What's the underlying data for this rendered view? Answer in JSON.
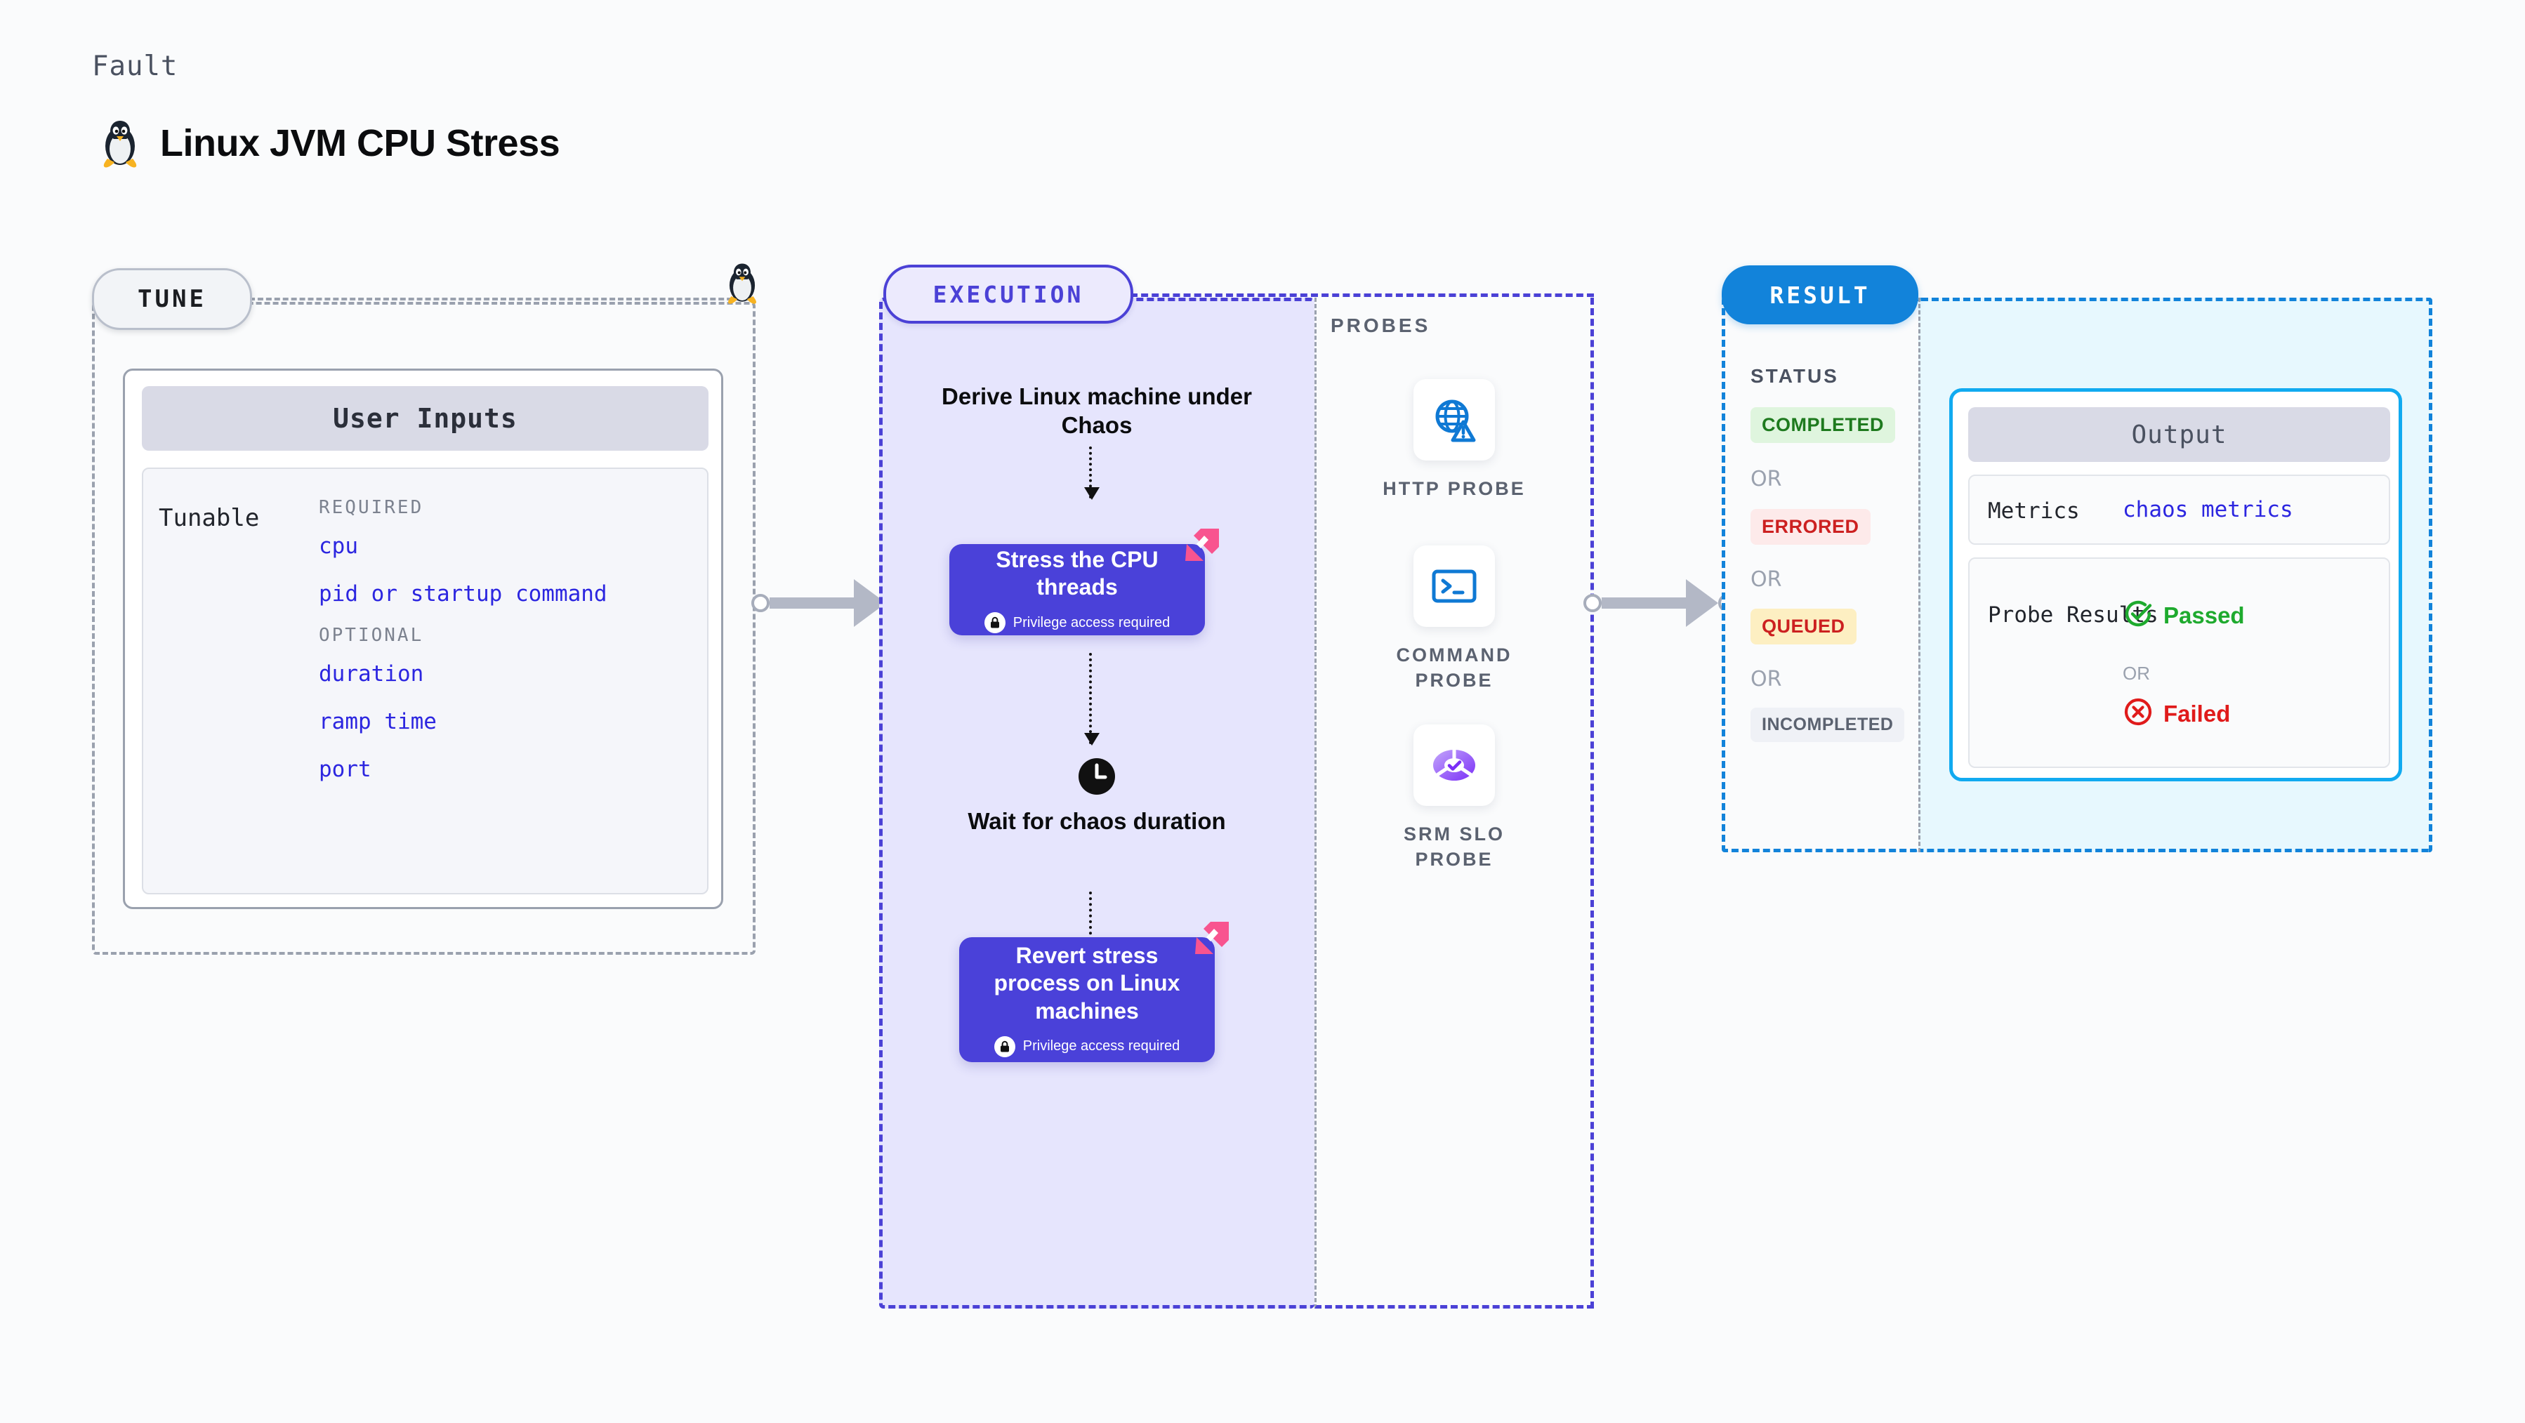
{
  "header": {
    "eyebrow": "Fault",
    "title": "Linux JVM CPU Stress",
    "icon": "tux-penguin-icon"
  },
  "tune": {
    "badge": "TUNE",
    "card_title": "User Inputs",
    "tunable_label": "Tunable",
    "groups": [
      {
        "title": "REQUIRED",
        "items": [
          "cpu",
          "pid or startup command"
        ]
      },
      {
        "title": "OPTIONAL",
        "items": [
          "duration",
          "ramp time",
          "port"
        ]
      }
    ]
  },
  "execution": {
    "badge": "EXECUTION",
    "nodes": [
      {
        "type": "text",
        "label": "Derive Linux machine under Chaos"
      },
      {
        "type": "block",
        "label": "Stress the CPU threads",
        "privilege": "Privilege access required",
        "badge": "harness-corner-icon"
      },
      {
        "type": "wait",
        "label": "Wait for chaos duration",
        "icon": "clock-icon"
      },
      {
        "type": "block",
        "label": "Revert stress process on Linux machines",
        "privilege": "Privilege access required",
        "badge": "harness-corner-icon"
      }
    ]
  },
  "probes": {
    "title": "PROBES",
    "items": [
      {
        "label": "HTTP PROBE",
        "icon": "globe-warning-icon"
      },
      {
        "label": "COMMAND PROBE",
        "icon": "terminal-icon"
      },
      {
        "label": "SRM SLO PROBE",
        "icon": "srm-slo-icon"
      }
    ]
  },
  "result": {
    "badge": "RESULT",
    "status_title": "STATUS",
    "or_label": "OR",
    "statuses": [
      {
        "label": "COMPLETED",
        "bg": "#dff5de",
        "fg": "#1e7a1e"
      },
      {
        "label": "ERRORED",
        "bg": "#fdeaea",
        "fg": "#cc2020"
      },
      {
        "label": "QUEUED",
        "bg": "#fdefc2",
        "fg": "#cc2020"
      },
      {
        "label": "INCOMPLETED",
        "bg": "#eff1f6",
        "fg": "#5b6270"
      }
    ],
    "output": {
      "title": "Output",
      "metrics_key": "Metrics",
      "metrics_value": "chaos metrics",
      "probe_key": "Probe Results",
      "passed_label": "Passed",
      "failed_label": "Failed",
      "or_label": "OR"
    }
  },
  "colors": {
    "execution_accent": "#4b41d6",
    "execution_fill": "#e6e5fd",
    "result_accent": "#1283da",
    "result_fill": "#e7f8fe",
    "output_border": "#11aaf0",
    "param_blue": "#2c26e0",
    "tune_border": "#9aa1ae",
    "probe_blue": "#0f79d4",
    "harness_pink": "#f8548f",
    "passed_green": "#1eaa2e",
    "failed_red": "#e01b1b"
  }
}
